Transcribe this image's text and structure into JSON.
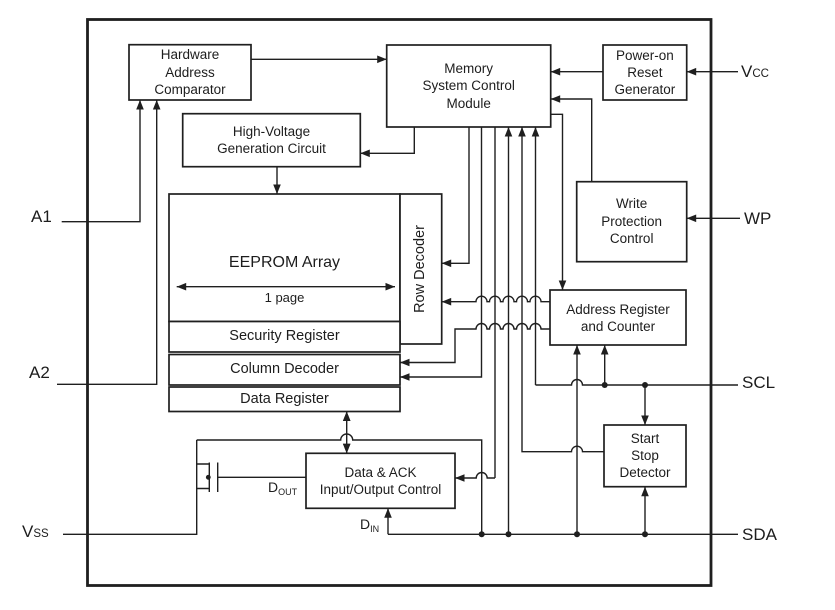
{
  "blocks": {
    "hac": {
      "lines": [
        "Hardware",
        "Address",
        "Comparator"
      ]
    },
    "mscm": {
      "lines": [
        "Memory",
        "System Control",
        "Module"
      ]
    },
    "por": {
      "lines": [
        "Power-on",
        "Reset",
        "Generator"
      ]
    },
    "hvgc": {
      "lines": [
        "High-Voltage",
        "Generation Circuit"
      ]
    },
    "wpc": {
      "lines": [
        "Write",
        "Protection",
        "Control"
      ]
    },
    "eeprom": {
      "label": "EEPROM Array",
      "page": "1 page"
    },
    "row_decoder": {
      "label": "Row Decoder"
    },
    "security_register": {
      "label": "Security Register"
    },
    "column_decoder": {
      "label": "Column Decoder"
    },
    "data_register": {
      "label": "Data Register"
    },
    "arc": {
      "lines": [
        "Address Register",
        "and Counter"
      ]
    },
    "ssd": {
      "lines": [
        "Start",
        "Stop",
        "Detector"
      ]
    },
    "dataack": {
      "lines": [
        "Data & ACK",
        "Input/Output Control"
      ]
    }
  },
  "pins": {
    "a1": "A1",
    "a2": "A2",
    "vss": {
      "base": "V",
      "sub": "SS"
    },
    "vcc": {
      "base": "V",
      "sub": "CC"
    },
    "wp": "WP",
    "scl": "SCL",
    "sda": "SDA"
  },
  "signals": {
    "dout": {
      "base": "D",
      "sub": "OUT"
    },
    "din": {
      "base": "D",
      "sub": "IN"
    }
  }
}
